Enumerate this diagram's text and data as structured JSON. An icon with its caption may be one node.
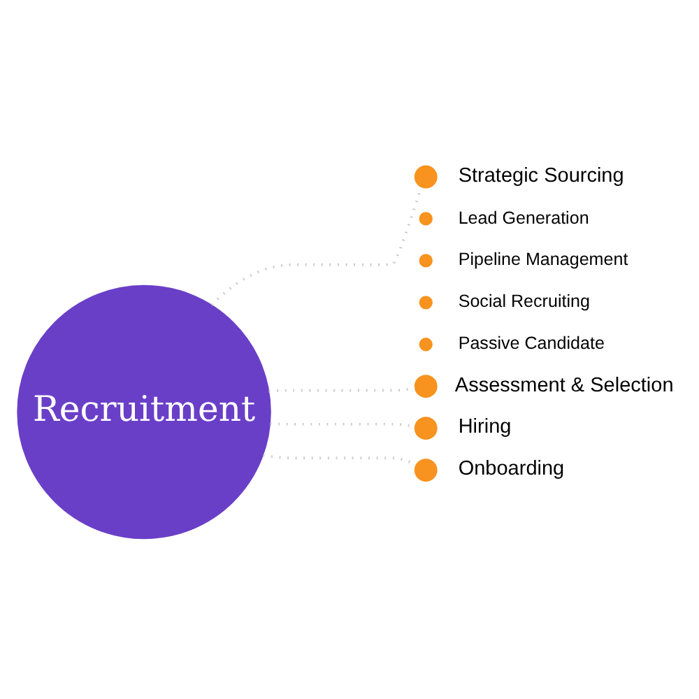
{
  "diagram": {
    "nodes": [
      {
        "text": [
          "Recruitment"
        ]
      },
      {
        "text": [],
        "shape": "circle",
        "beside": [
          "Strategic Sourcing"
        ]
      },
      {
        "text": [],
        "shape": "circle",
        "beside": [
          "Lead Generation"
        ]
      },
      {
        "text": [],
        "shape": "circle",
        "beside": [
          "Pipeline Management"
        ]
      },
      {
        "text": [],
        "shape": "circle",
        "beside": [
          "Social Recruiting"
        ]
      },
      {
        "text": [],
        "shape": "circle",
        "beside": [
          "Passive Candidate"
        ]
      },
      {
        "text": [],
        "shape": "circle",
        "beside": [
          "Assessment & Selection"
        ]
      },
      {
        "text": [],
        "shape": "circle",
        "beside": [
          "Hiring"
        ]
      },
      {
        "text": [],
        "shape": "circle",
        "beside": [
          "Onboarding"
        ]
      }
    ],
    "edges": [
      {
        "from": 0,
        "to": 1,
        "arrow": "none",
        "style": "dashed"
      },
      {
        "from": 0,
        "to": 6,
        "arrow": "none",
        "style": "dashed"
      },
      {
        "from": 0,
        "to": 7,
        "arrow": "none",
        "style": "dashed"
      },
      {
        "from": 0,
        "to": 8,
        "arrow": "none",
        "style": "dashed"
      }
    ]
  }
}
